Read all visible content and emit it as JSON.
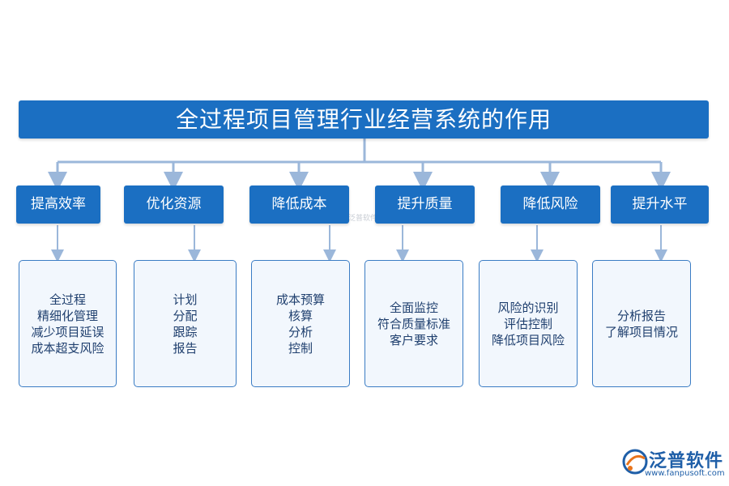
{
  "title": "全过程项目管理行业经营系统的作用",
  "categories": [
    {
      "label": "提高效率",
      "items": [
        "全过程",
        "精细化管理",
        "减少项目延误",
        "成本超支风险"
      ]
    },
    {
      "label": "优化资源",
      "items": [
        "计划",
        "分配",
        "跟踪",
        "报告"
      ]
    },
    {
      "label": "降低成本",
      "items": [
        "成本预算",
        "核算",
        "分析",
        "控制"
      ]
    },
    {
      "label": "提升质量",
      "items": [
        "全面监控",
        "符合质量标准",
        "客户要求"
      ]
    },
    {
      "label": "降低风险",
      "items": [
        "风险的识别",
        "评估控制",
        "降低项目风险"
      ]
    },
    {
      "label": "提升水平",
      "items": [
        "分析报告",
        "了解项目情况"
      ]
    }
  ],
  "watermark": "泛普软件",
  "logo": {
    "name": "泛普软件",
    "url": "www.fanpusoft.com"
  },
  "colors": {
    "primary": "#1b6fc2",
    "connector": "#9bb7da",
    "card_bg": "#f2f7fd",
    "card_border": "#3a7cc4"
  }
}
